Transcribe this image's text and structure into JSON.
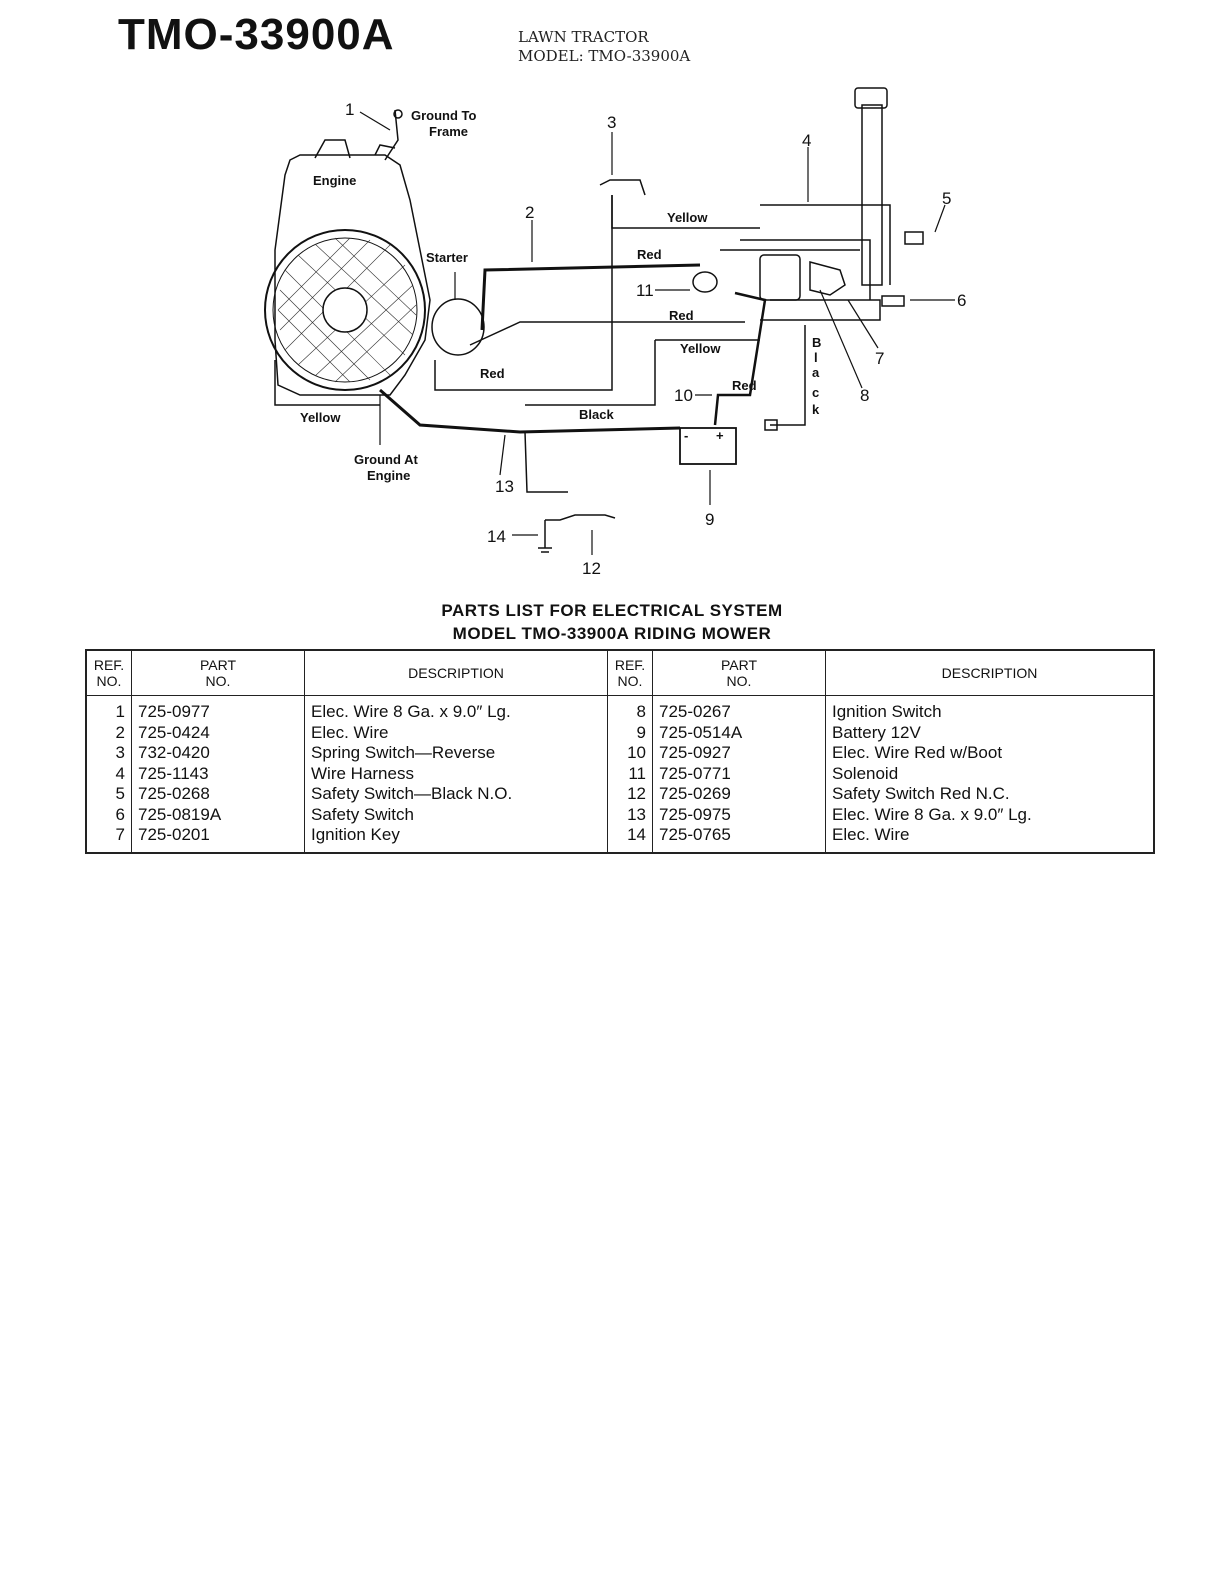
{
  "header": {
    "model_title": "TMO-33900A",
    "subtitle_line1": "LAWN TRACTOR",
    "subtitle_line2": "MODEL: TMO-33900A"
  },
  "diagram": {
    "labels": {
      "ground_to_frame_1": "Ground To",
      "ground_to_frame_2": "Frame",
      "engine": "Engine",
      "starter": "Starter",
      "ground_at_engine_1": "Ground At",
      "ground_at_engine_2": "Engine",
      "wire_yellow_top": "Yellow",
      "wire_red_top": "Red",
      "wire_red_mid": "Red",
      "wire_yellow_mid": "Yellow",
      "wire_red_low": "Red",
      "wire_red_battery": "Red",
      "wire_black": "Black",
      "wire_yellow_left": "Yellow",
      "wire_black_vertical": [
        "B",
        "l",
        "a",
        "c",
        "k"
      ]
    },
    "callouts": [
      "1",
      "2",
      "3",
      "4",
      "5",
      "6",
      "7",
      "8",
      "9",
      "10",
      "11",
      "12",
      "13",
      "14"
    ]
  },
  "parts_list": {
    "title_line1": "PARTS LIST FOR ELECTRICAL SYSTEM",
    "title_line2": "MODEL TMO-33900A RIDING MOWER",
    "headers": {
      "ref_1": "REF.",
      "ref_2": "NO.",
      "part_1": "PART",
      "part_2": "NO.",
      "desc": "DESCRIPTION"
    },
    "left": {
      "refs": [
        "1",
        "2",
        "3",
        "4",
        "5",
        "6",
        "7"
      ],
      "parts": [
        "725-0977",
        "725-0424",
        "732-0420",
        "725-1143",
        "725-0268",
        "725-0819A",
        "725-0201"
      ],
      "descs": [
        "Elec. Wire 8 Ga. x 9.0″ Lg.",
        "Elec. Wire",
        "Spring Switch—Reverse",
        "Wire Harness",
        "Safety Switch—Black N.O.",
        "Safety Switch",
        "Ignition Key"
      ]
    },
    "right": {
      "refs": [
        "8",
        "9",
        "10",
        "11",
        "12",
        "13",
        "14"
      ],
      "parts": [
        "725-0267",
        "725-0514A",
        "725-0927",
        "725-0771",
        "725-0269",
        "725-0975",
        "725-0765"
      ],
      "descs": [
        "Ignition Switch",
        "Battery 12V",
        "Elec. Wire Red w/Boot",
        "Solenoid",
        "Safety Switch Red N.C.",
        "Elec. Wire 8 Ga. x 9.0″ Lg.",
        "Elec. Wire"
      ]
    }
  }
}
